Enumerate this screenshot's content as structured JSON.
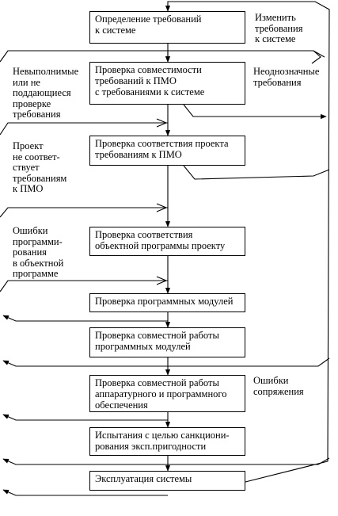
{
  "colors": {
    "line": "#000000",
    "background": "#ffffff"
  },
  "boxes": [
    {
      "id": "b1",
      "text": "Определение требований\nк системе"
    },
    {
      "id": "b2",
      "text": "Проверка совместимости\nтребований к ПМО\nс требованиями к системе"
    },
    {
      "id": "b3",
      "text": "Проверка соответствия проекта\nтребованиям к ПМО"
    },
    {
      "id": "b4",
      "text": "Проверка соответствия\nобъектной программы проекту"
    },
    {
      "id": "b5",
      "text": "Проверка программных модулей"
    },
    {
      "id": "b6",
      "text": "Проверка совместной работы\nпрограммных модулей"
    },
    {
      "id": "b7",
      "text": "Проверка совместной работы\nаппаратурного и программного\nобеспечения"
    },
    {
      "id": "b8",
      "text": "Испытания с целью санкциони-\nрования эксп.пригодности"
    },
    {
      "id": "b9",
      "text": "Эксплуатация системы"
    }
  ],
  "notes": {
    "change_requirements": "Изменить\nтребования\nк системе",
    "ambiguous_requirements": "Неоднозначные\nтребования",
    "unfeasible_requirements": "Невыполнимые\nили не\nподдающиеся\nпроверке\nтребования",
    "design_mismatch": "Проект\nне соответ-\nствует\nтребованиям\nк ПМО",
    "object_code_errors": "Ошибки\nпрограмми-\nрования\nв объектной\nпрограмме",
    "interface_errors": "Ошибки\nсопряжения"
  }
}
